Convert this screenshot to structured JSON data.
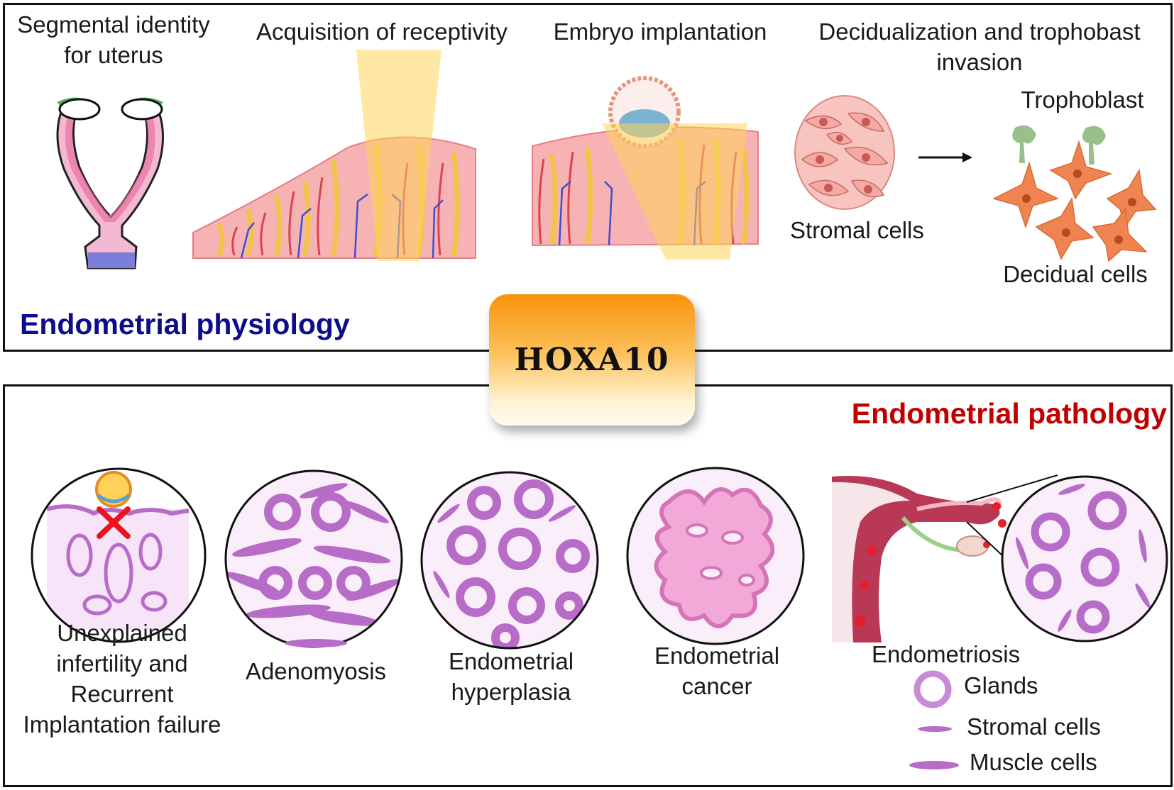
{
  "center": {
    "label": "HOXA10"
  },
  "physiology": {
    "title": "Endometrial physiology",
    "title_color": "#0d0d8a",
    "stages": [
      {
        "label_line1": "Segmental identity",
        "label_line2": "for uterus"
      },
      {
        "label": "Acquisition of receptivity"
      },
      {
        "label": "Embryo implantation"
      },
      {
        "label_line1": "Decidualization and trophobast",
        "label_line2": "invasion"
      }
    ],
    "stromal_cells_label": "Stromal cells",
    "trophoblast_label": "Trophoblast",
    "decidual_cells_label": "Decidual cells"
  },
  "pathology": {
    "title": "Endometrial pathology",
    "title_color": "#c00000",
    "conditions": [
      {
        "lines": [
          "Unexplained",
          "infertility and",
          "Recurrent",
          "Implantation failure"
        ]
      },
      {
        "lines": [
          "Adenomyosis"
        ]
      },
      {
        "lines": [
          "Endometrial",
          "hyperplasia"
        ]
      },
      {
        "lines": [
          "Endometrial",
          "cancer"
        ]
      },
      {
        "lines": [
          "Endometriosis"
        ]
      }
    ],
    "legend": [
      {
        "label": "Glands",
        "icon": "gland-ring-icon"
      },
      {
        "label": "Stromal cells",
        "icon": "stromal-cell-icon"
      },
      {
        "label": "Muscle cells",
        "icon": "muscle-cell-icon"
      }
    ]
  },
  "colors": {
    "endometrium": "#f4a6a8",
    "gland_purple": "#b76cc8",
    "stroma_pink": "#f6d4f1",
    "yellow_highlight": "#ffd35a",
    "decidual_orange": "#f08450",
    "trophoblast_green": "#97c08a"
  }
}
